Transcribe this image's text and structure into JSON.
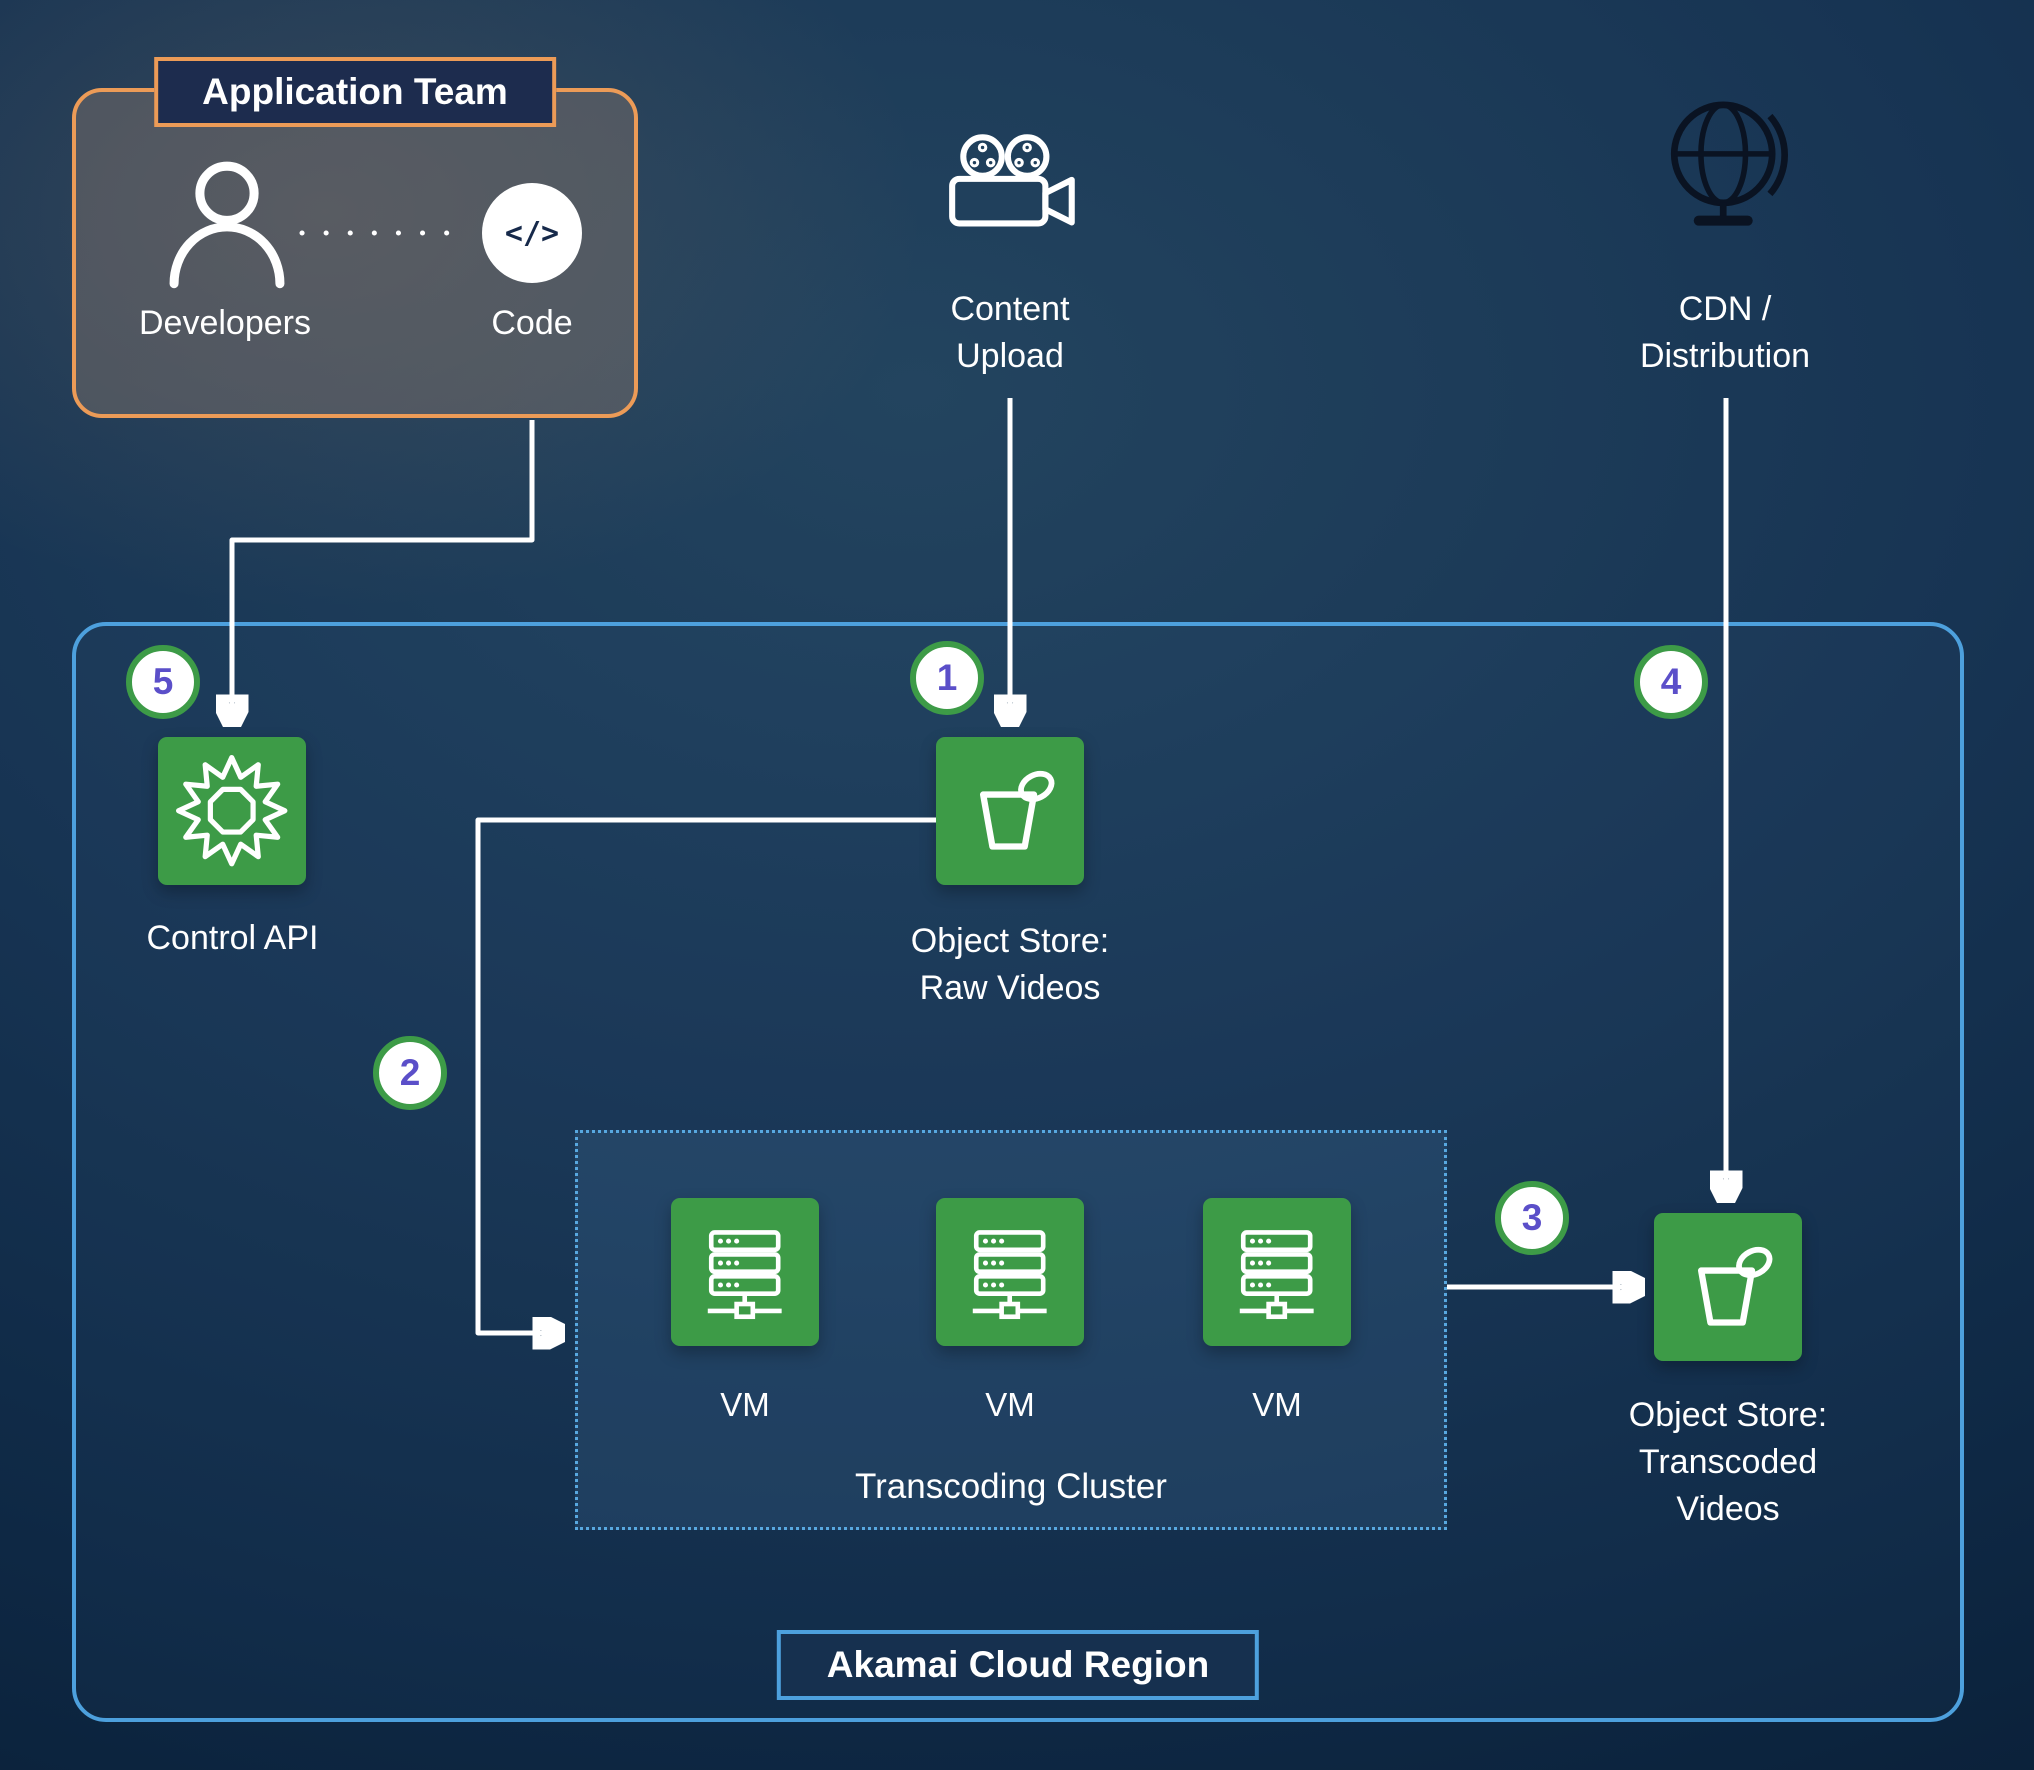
{
  "application_team": {
    "title": "Application Team",
    "developers": {
      "label": "Developers"
    },
    "code": {
      "label": "Code",
      "glyph": "</>"
    }
  },
  "content_upload": {
    "label": "Content\nUpload"
  },
  "cdn": {
    "label": "CDN /\nDistribution"
  },
  "region": {
    "title": "Akamai Cloud Region",
    "control_api": {
      "label": "Control API"
    },
    "object_store_raw": {
      "label": "Object Store:\nRaw Videos"
    },
    "object_store_transcoded": {
      "label": "Object Store:\nTranscoded\nVideos"
    },
    "transcoding_cluster": {
      "title": "Transcoding Cluster",
      "vms": [
        {
          "label": "VM"
        },
        {
          "label": "VM"
        },
        {
          "label": "VM"
        }
      ]
    }
  },
  "steps": {
    "s1": "1",
    "s2": "2",
    "s3": "3",
    "s4": "4",
    "s5": "5"
  },
  "icons": {
    "developers": "person-icon",
    "code": "code-brackets-icon",
    "content_upload": "video-camera-icon",
    "cdn": "globe-icon",
    "control_api": "gear-icon",
    "object_store": "bucket-icon",
    "vm": "server-icon"
  },
  "colors": {
    "service_green": "#3d9b47",
    "team_border_orange": "#ec9b57",
    "region_border_blue": "#4da0dd",
    "badge_number_purple": "#5b4fc9",
    "arrow_white": "#ffffff",
    "background_navy": "#0e2844"
  }
}
